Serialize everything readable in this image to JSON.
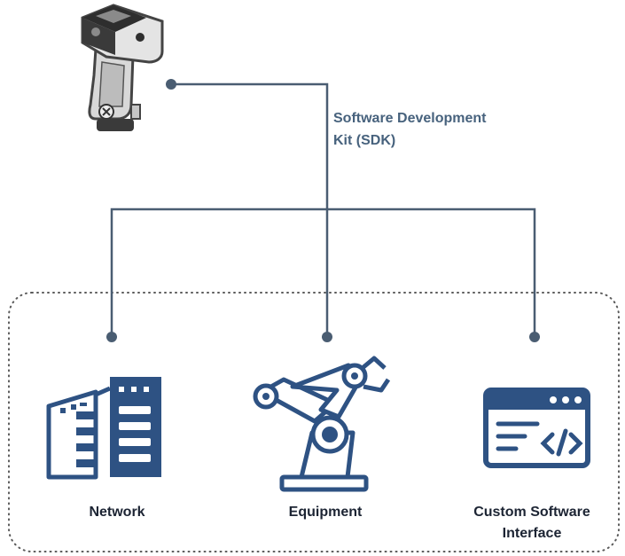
{
  "sdk": {
    "line1": "Software Development",
    "line2": "Kit (SDK)"
  },
  "nodes": {
    "network": "Network",
    "equipment": "Equipment",
    "custom_line1": "Custom Software",
    "custom_line2": "Interface"
  },
  "colors": {
    "primary": "#2e5283",
    "line": "#4a5d72",
    "text": "#1c2433",
    "sdk_text": "#47627d"
  },
  "icons": [
    "handheld-spectrophotometer-icon",
    "server-building-icon",
    "robotic-arm-icon",
    "code-window-icon"
  ]
}
